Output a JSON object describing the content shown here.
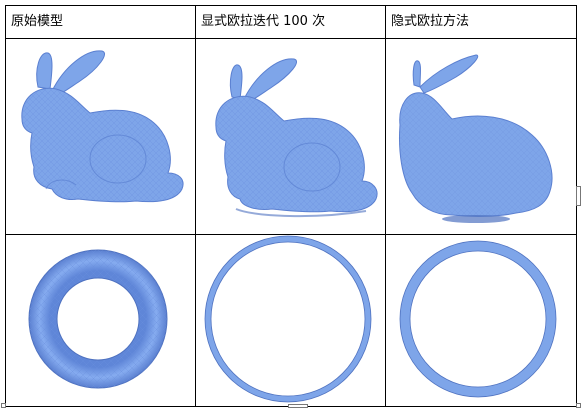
{
  "table": {
    "headers": [
      "原始模型",
      "显式欧拉迭代 100 次",
      "隐式欧拉方法"
    ]
  },
  "models": {
    "row1": [
      "bunny-original",
      "bunny-explicit-euler",
      "bunny-implicit-euler"
    ],
    "row2": [
      "torus-original",
      "torus-explicit-euler",
      "torus-implicit-euler"
    ]
  },
  "colors": {
    "mesh_fill": "#7ea5e9",
    "mesh_edge": "#5a7fd0",
    "mesh_shadow": "#4f72c0",
    "border": "#000000"
  }
}
